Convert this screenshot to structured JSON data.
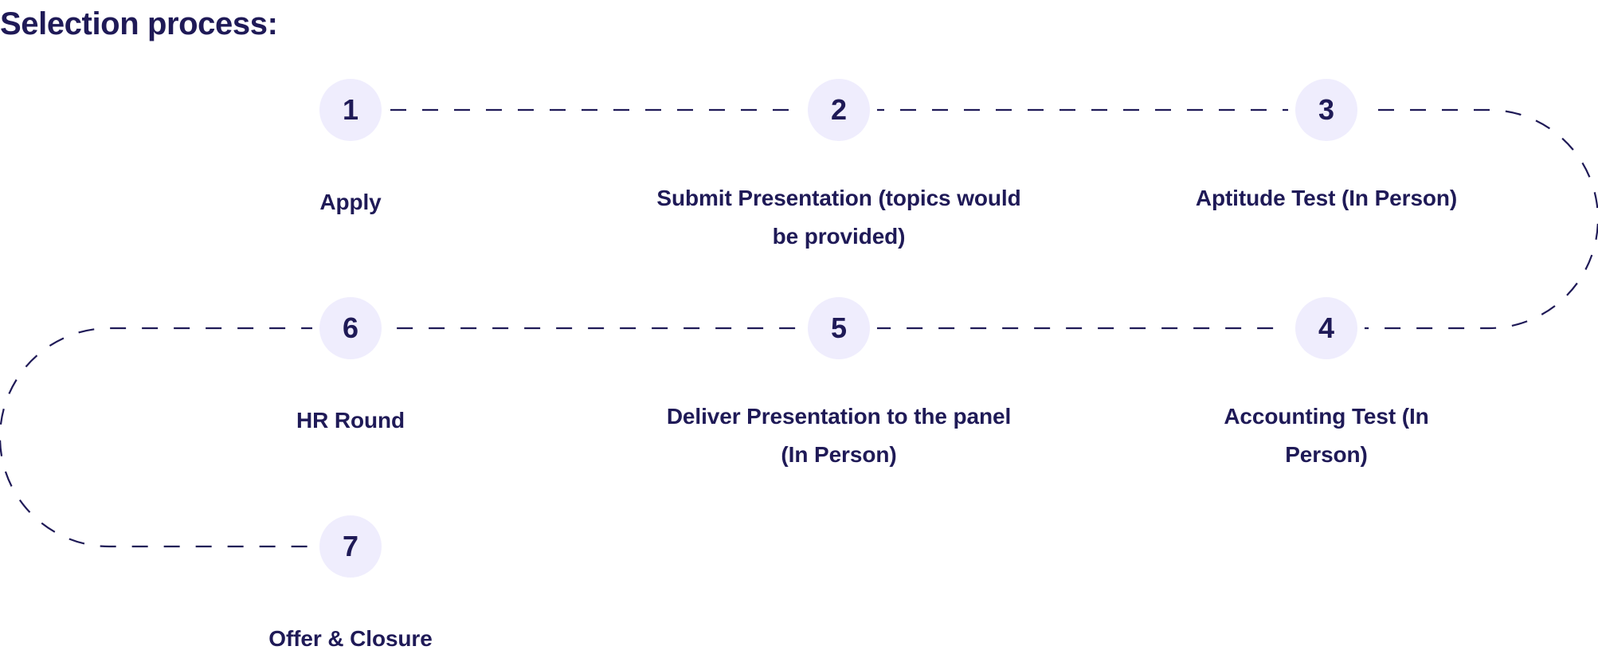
{
  "title": "Selection process:",
  "colors": {
    "text": "#1f1a57",
    "circle_fill": "#efedfd",
    "connector": "#1f1a57",
    "background": "#ffffff"
  },
  "connector": {
    "style": "dashed",
    "order": [
      1,
      2,
      3,
      4,
      5,
      6,
      7
    ]
  },
  "steps": [
    {
      "number": "1",
      "label": "Apply"
    },
    {
      "number": "2",
      "label": "Submit Presentation (topics would be provided)"
    },
    {
      "number": "3",
      "label": "Aptitude Test (In Person)"
    },
    {
      "number": "4",
      "label": "Accounting Test (In Person)"
    },
    {
      "number": "5",
      "label": "Deliver Presentation to the panel (In Person)"
    },
    {
      "number": "6",
      "label": "HR Round"
    },
    {
      "number": "7",
      "label": "Offer & Closure"
    }
  ]
}
